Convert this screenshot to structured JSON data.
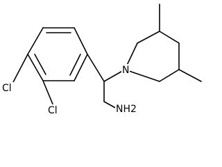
{
  "molecule": {
    "atoms": {
      "cl_top": "Cl",
      "cl_bottom": "Cl",
      "nitrogen": "N",
      "amine": "NH2"
    }
  }
}
